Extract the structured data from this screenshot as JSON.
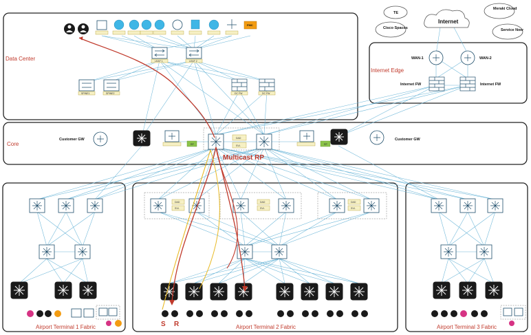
{
  "sections": {
    "data_center": "Data Center",
    "internet_edge": "Internet Edge",
    "core": "Core",
    "terminal1": "Airport Terminal 1 Fabric",
    "terminal2": "Airport Terminal 2 Fabric",
    "terminal3": "Airport Terminal 3 Fabric"
  },
  "clouds": {
    "te": "TE",
    "internet": "Internet",
    "meraki": "Meraki Cloud",
    "cisco_spaces": "Cisco Spaces",
    "service_now": "Service Now"
  },
  "internet_edge": {
    "wan1": "WAN-1",
    "wan2": "WAN-2",
    "fw_left": "Internet FW",
    "fw_right": "Internet FW"
  },
  "core": {
    "customer_gw_left": "Customer GW",
    "customer_gw_right": "Customer GW",
    "dad": "DAD",
    "svl": "SVL",
    "multicast_rp": "Multicast RP",
    "rp_left": "RP",
    "rp_right": "RP"
  },
  "data_center": {
    "fmc": "FMC",
    "leaf1": "LEAF 1",
    "leaf2": "LEAF 2",
    "spine1": "SPINE1",
    "spine2": "SPINE2",
    "dc_fw1": "DC FW",
    "dc_fw2": "DC FW"
  },
  "terminal2": {
    "dad1": "DAD",
    "svl1": "SVL",
    "dad2": "DAD",
    "svl2": "SVL",
    "dad3": "DAD",
    "svl3": "SVL"
  },
  "flow": {
    "source": "S",
    "receiver": "R"
  },
  "colors": {
    "section_label": "#c0392b",
    "link": "#6cb6d8",
    "multicast_red": "#c0392b",
    "multicast_yellow": "#e8b923",
    "device_stroke": "#1f4e6b",
    "accent_orange": "#f39c12",
    "accent_pink": "#d63384"
  }
}
